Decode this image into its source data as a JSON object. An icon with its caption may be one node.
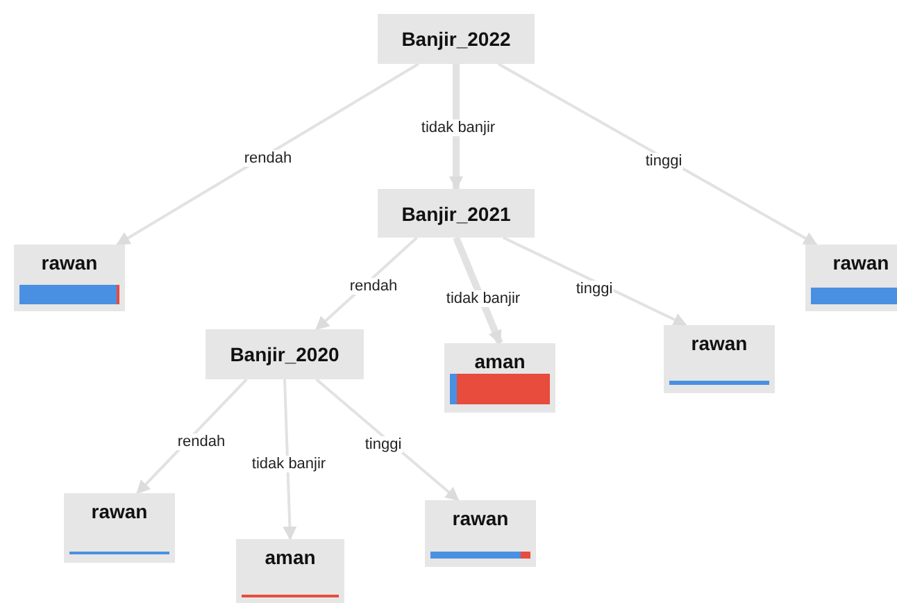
{
  "diagram": {
    "nodes": [
      {
        "text": [
          "Banjir_2022"
        ]
      },
      {
        "text": [
          "rawan"
        ]
      },
      {
        "text": [
          "Banjir_2021"
        ]
      },
      {
        "text": [
          "rawan"
        ]
      },
      {
        "text": [
          "Banjir_2020"
        ]
      },
      {
        "text": [
          "aman"
        ]
      },
      {
        "text": [
          "rawan"
        ]
      },
      {
        "text": [
          "rawan"
        ]
      },
      {
        "text": [
          "aman"
        ]
      },
      {
        "text": [
          "rawan"
        ]
      }
    ],
    "edges": [
      {
        "from": 0,
        "to": 1,
        "arrow": "to",
        "label": "rendah"
      },
      {
        "from": 0,
        "to": 2,
        "arrow": "to",
        "label": "tidak banjir",
        "style": "thick"
      },
      {
        "from": 0,
        "to": 3,
        "arrow": "to",
        "label": "tinggi"
      },
      {
        "from": 2,
        "to": 4,
        "arrow": "to",
        "label": "rendah"
      },
      {
        "from": 2,
        "to": 5,
        "arrow": "to",
        "label": "tidak banjir",
        "style": "thick"
      },
      {
        "from": 2,
        "to": 6,
        "arrow": "to",
        "label": "tinggi"
      },
      {
        "from": 4,
        "to": 7,
        "arrow": "to",
        "label": "rendah"
      },
      {
        "from": 4,
        "to": 8,
        "arrow": "to",
        "label": "tidak banjir"
      },
      {
        "from": 4,
        "to": 9,
        "arrow": "to",
        "label": "tinggi"
      }
    ]
  }
}
